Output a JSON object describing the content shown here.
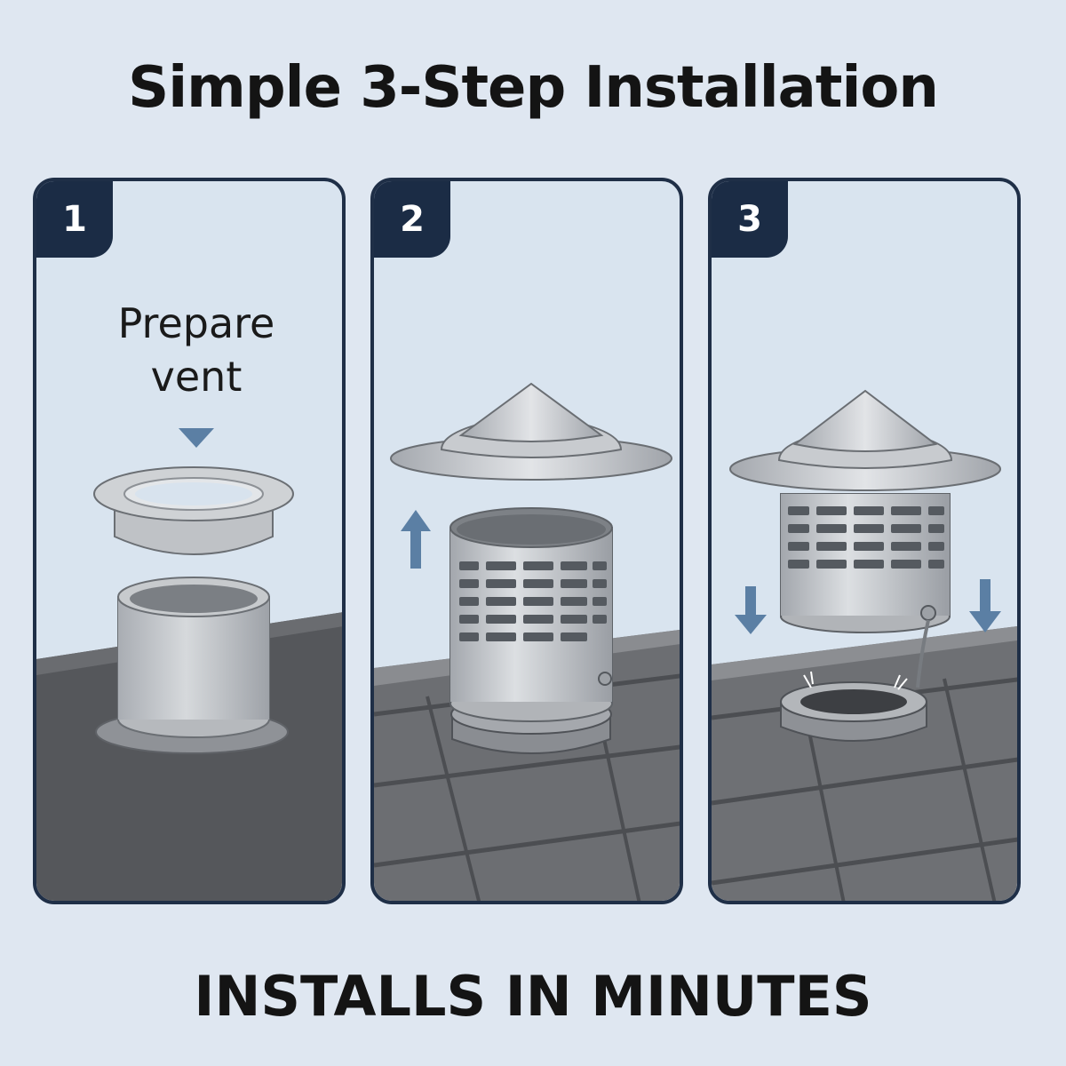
{
  "title": "Simple 3-Step Installation",
  "footer": "INSTALLS IN MINUTES",
  "steps": [
    {
      "number": "1",
      "caption_line1": "Prepare",
      "caption_line2": "vent"
    },
    {
      "number": "2"
    },
    {
      "number": "3"
    }
  ],
  "colors": {
    "background": "#dfe7f1",
    "badge": "#1b2c45",
    "arrow": "#5b7fa4",
    "roof": "#5a5c60",
    "metal": "#c9ccd0"
  }
}
